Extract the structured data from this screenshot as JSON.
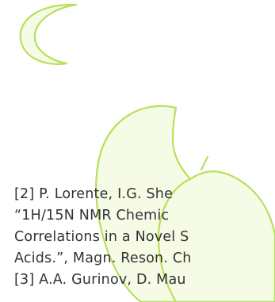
{
  "colors": {
    "background": "#ffffff",
    "text": "#333333",
    "accent_stroke": "#b8e05a",
    "accent_fill": "#f6fbe6"
  },
  "references": {
    "lines": [
      "[2] P. Lorente, I.G. She",
      "“1H/15N NMR Chemic",
      "Correlations in a Novel S",
      "Acids.”, Magn. Reson. Ch",
      "[3] A.A. Gurinov, D. Mau"
    ]
  }
}
